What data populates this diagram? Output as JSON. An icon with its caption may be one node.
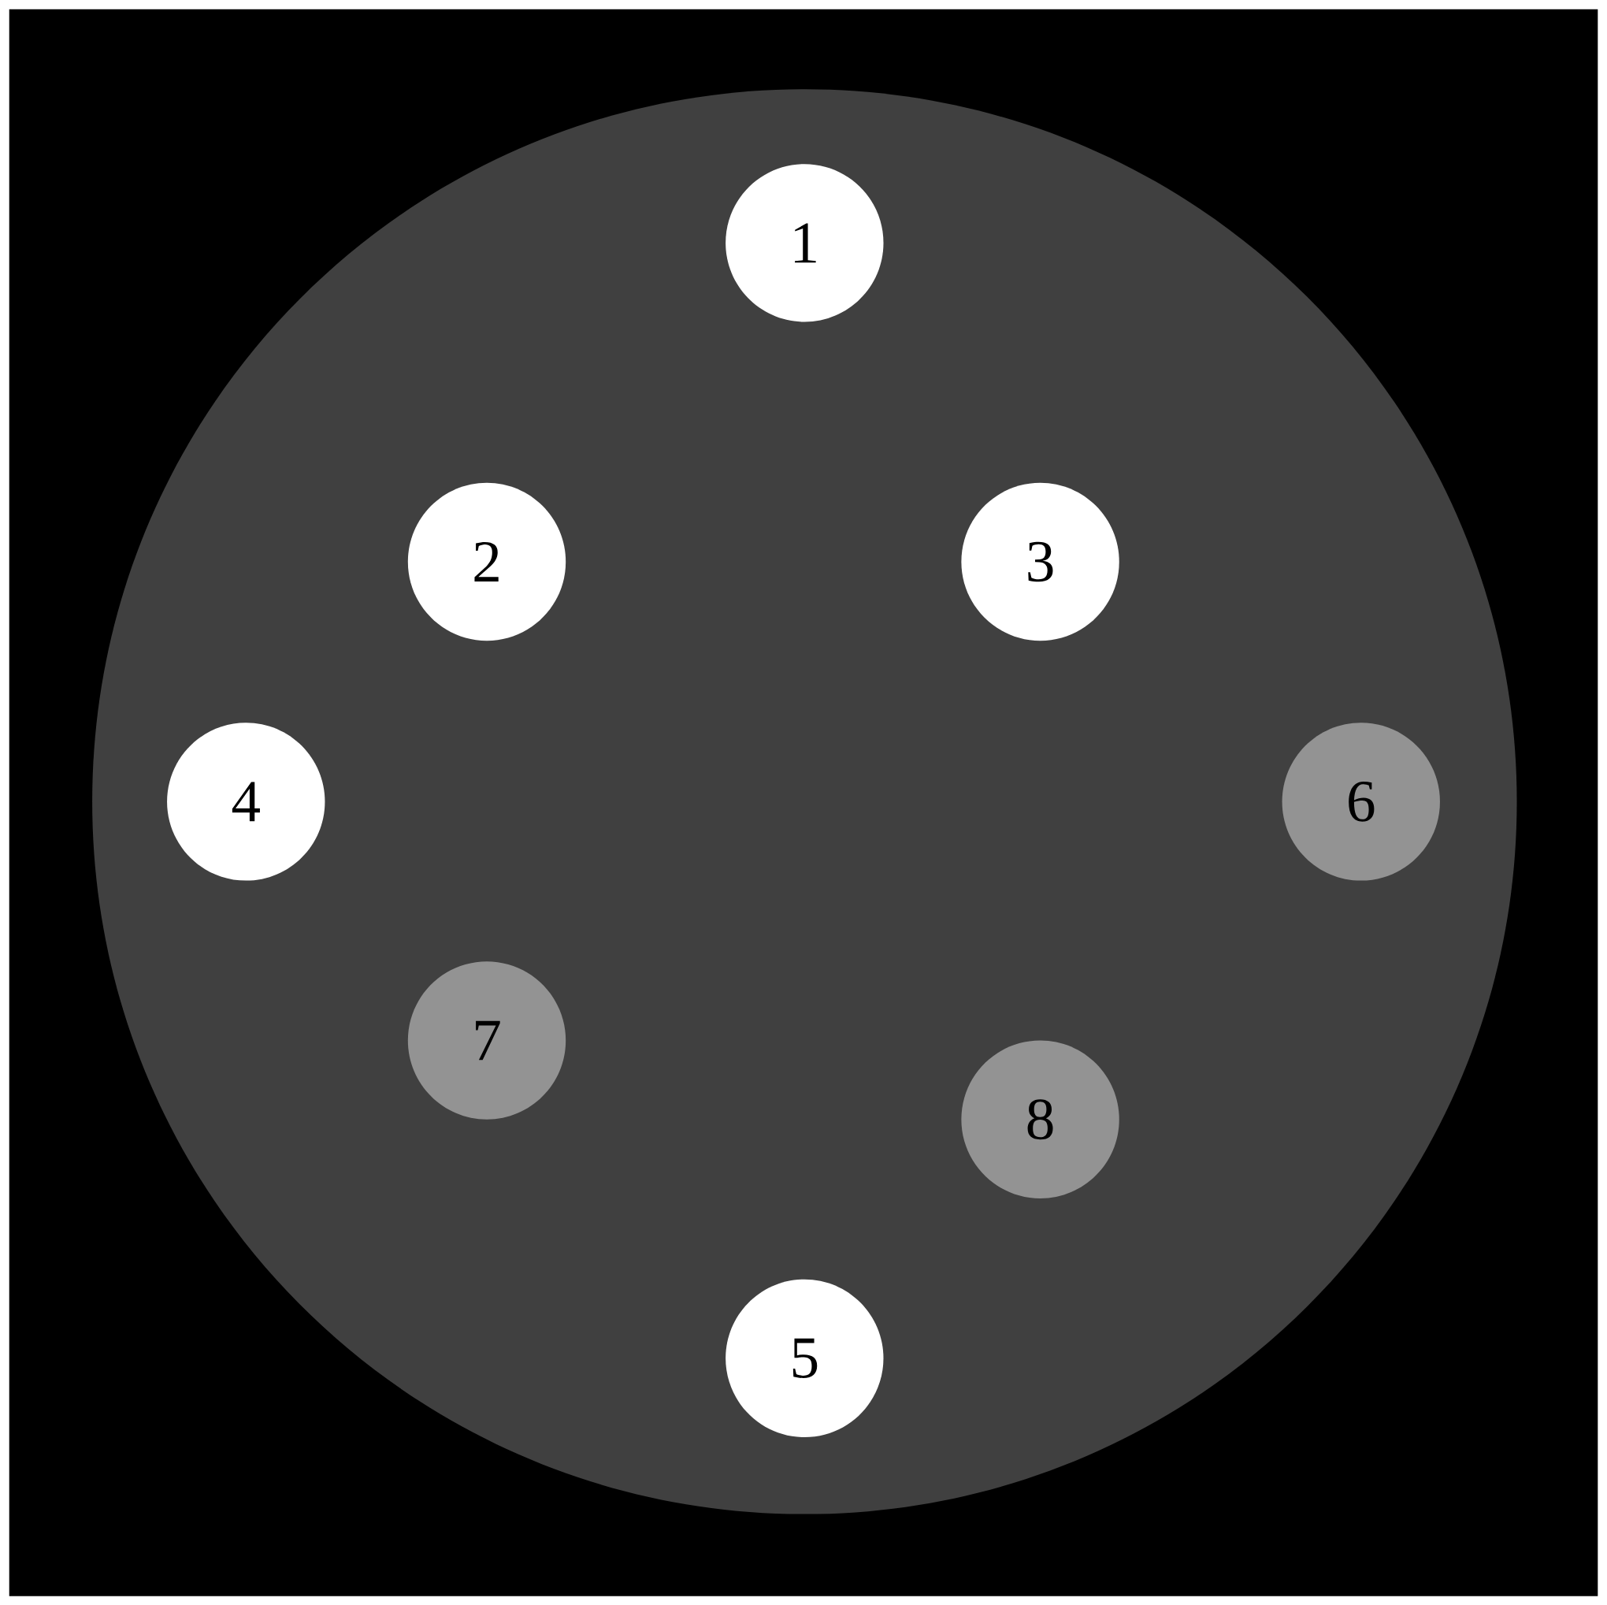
{
  "diagram": {
    "nodes": [
      {
        "text": [],
        "shape": "circle"
      },
      {
        "text": [
          "1"
        ],
        "in": 0
      },
      {
        "text": [
          "2"
        ],
        "in": 0
      },
      {
        "text": [
          "3"
        ],
        "in": 0
      },
      {
        "text": [
          "4"
        ],
        "in": 0
      },
      {
        "text": [
          "5"
        ],
        "in": 0
      },
      {
        "text": [
          "6"
        ],
        "in": 0
      },
      {
        "text": [
          "7"
        ],
        "in": 0
      },
      {
        "text": [
          "8"
        ],
        "in": 0
      }
    ]
  }
}
